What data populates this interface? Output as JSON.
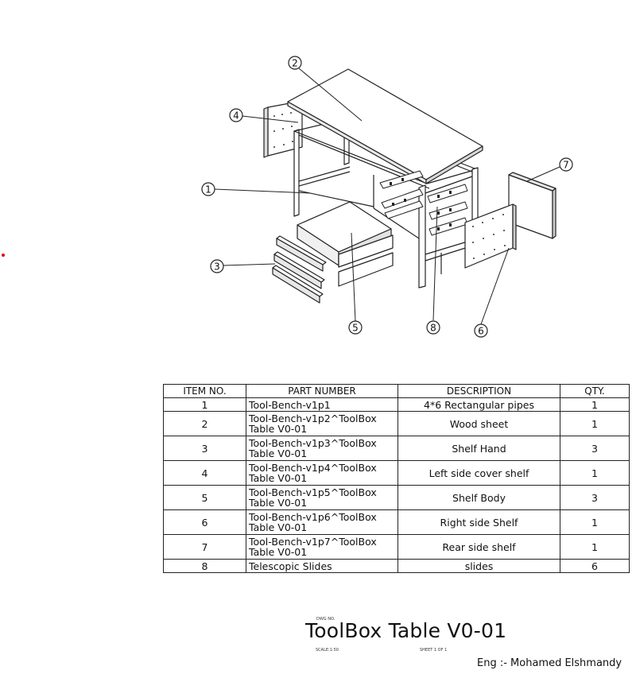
{
  "drawing": {
    "balloons": [
      "1",
      "2",
      "3",
      "4",
      "5",
      "6",
      "7",
      "8"
    ]
  },
  "bom": {
    "headers": [
      "ITEM NO.",
      "PART NUMBER",
      "DESCRIPTION",
      "QTY."
    ],
    "rows": [
      {
        "item": "1",
        "part": "Tool-Bench-v1p1",
        "part2": "",
        "desc": "4*6 Rectangular pipes",
        "qty": "1"
      },
      {
        "item": "2",
        "part": "Tool-Bench-v1p2^ToolBox",
        "part2": "Table V0-01",
        "desc": "Wood sheet",
        "qty": "1"
      },
      {
        "item": "3",
        "part": "Tool-Bench-v1p3^ToolBox",
        "part2": "Table V0-01",
        "desc": "Shelf Hand",
        "qty": "3"
      },
      {
        "item": "4",
        "part": "Tool-Bench-v1p4^ToolBox",
        "part2": "Table V0-01",
        "desc": "Left side cover shelf",
        "qty": "1"
      },
      {
        "item": "5",
        "part": "Tool-Bench-v1p5^ToolBox",
        "part2": "Table V0-01",
        "desc": "Shelf Body",
        "qty": "3"
      },
      {
        "item": "6",
        "part": "Tool-Bench-v1p6^ToolBox",
        "part2": "Table V0-01",
        "desc": "Right side Shelf",
        "qty": "1"
      },
      {
        "item": "7",
        "part": "Tool-Bench-v1p7^ToolBox",
        "part2": "Table V0-01",
        "desc": "Rear side shelf",
        "qty": "1"
      },
      {
        "item": "8",
        "part": "Telescopic Slides",
        "part2": "",
        "desc": "slides",
        "qty": "6"
      }
    ]
  },
  "title_block": {
    "dwg_caption": "DWG NO.",
    "title": "ToolBox Table V0-01",
    "scale_caption": "SCALE:1:50",
    "sheet_caption": "SHEET 1 OF 1",
    "author": "Eng :- Mohamed Elshmandy"
  },
  "colors": {
    "line": "#222222",
    "marker": "#e00000"
  }
}
